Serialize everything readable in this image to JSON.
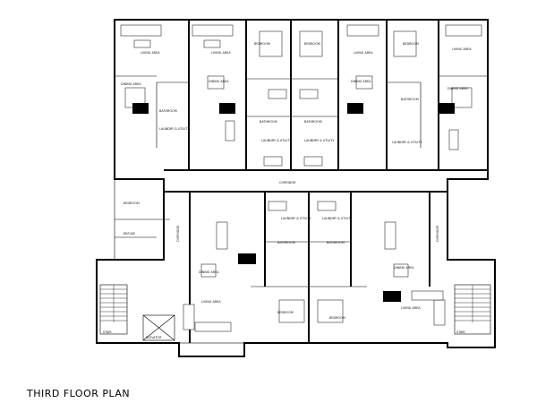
{
  "caption": "THIRD FLOOR PLAN",
  "labels": {
    "living_area": "LIVING AREA",
    "dining_area": "DINING AREA",
    "bedroom": "BEDROOM",
    "bathroom": "BATHROOM",
    "laundry_utility": "LAUNDRY & UTILITY",
    "corridor": "CORRIDOR",
    "refuse": "REFUSE",
    "elevator": "ELEVATOR",
    "stair_left": "STAIR",
    "stair_right": "STAIR"
  }
}
